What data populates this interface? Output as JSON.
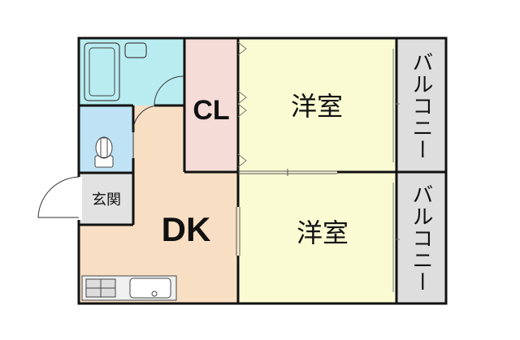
{
  "floor_plan": {
    "rooms": {
      "dk": {
        "label": "DK",
        "fill": "#f8dfc4"
      },
      "closet": {
        "label": "CL",
        "fill": "#f5dcd6"
      },
      "western_room_upper": {
        "label": "洋室",
        "fill": "#fafad3"
      },
      "western_room_lower": {
        "label": "洋室",
        "fill": "#fafad3"
      },
      "entrance": {
        "label": "玄関",
        "fill": "#e2e2e2"
      },
      "balcony_upper": {
        "label": "バルコニー",
        "fill": "#dedede"
      },
      "balcony_lower": {
        "label": "バルコニー",
        "fill": "#dedede"
      },
      "bathroom": {
        "fill": "#b9ecf1"
      },
      "toilet": {
        "fill": "#bfe3f5"
      }
    },
    "wall_color": "#111111"
  }
}
